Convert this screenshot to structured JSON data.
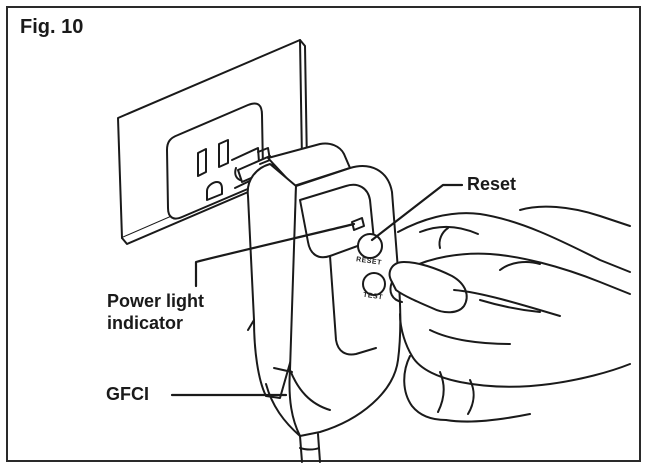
{
  "figure": {
    "title": "Fig. 10"
  },
  "labels": {
    "reset": "Reset",
    "power_light_line1": "Power light",
    "power_light_line2": "indicator",
    "gfci": "GFCI"
  },
  "device_text": {
    "reset_button": "RESET",
    "test_button": "TEST"
  },
  "colors": {
    "line": "#1a1a1a",
    "background": "#ffffff"
  }
}
